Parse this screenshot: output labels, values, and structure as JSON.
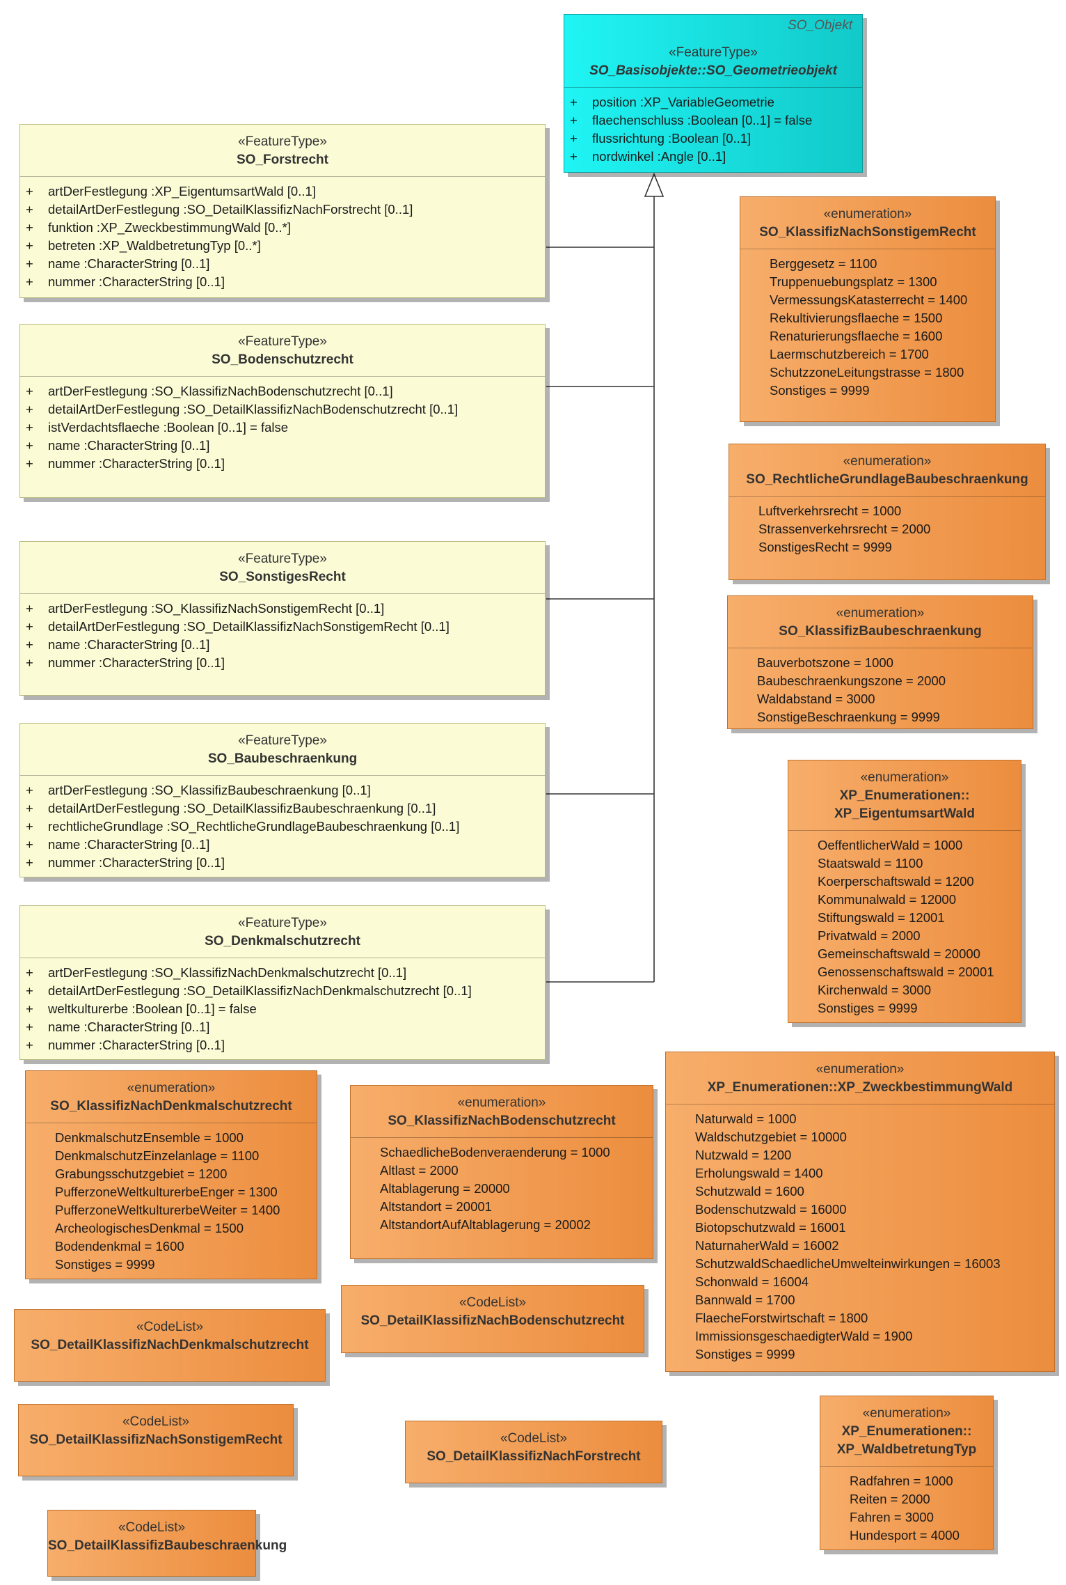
{
  "root": {
    "package_label": "SO_Objekt",
    "stereotype": "«FeatureType»",
    "name": "SO_Basisobjekte::SO_Geometrieobjekt",
    "attributes": [
      {
        "vis": "+",
        "text": "position  :XP_VariableGeometrie"
      },
      {
        "vis": "+",
        "text": "flaechenschluss  :Boolean [0..1] = false"
      },
      {
        "vis": "+",
        "text": "flussrichtung  :Boolean [0..1]"
      },
      {
        "vis": "+",
        "text": "nordwinkel  :Angle [0..1]"
      }
    ]
  },
  "feature_types": [
    {
      "stereotype": "«FeatureType»",
      "name": "SO_Forstrecht",
      "attributes": [
        {
          "vis": "+",
          "text": "artDerFestlegung  :XP_EigentumsartWald [0..1]"
        },
        {
          "vis": "+",
          "text": "detailArtDerFestlegung  :SO_DetailKlassifizNachForstrecht [0..1]"
        },
        {
          "vis": "+",
          "text": "funktion  :XP_ZweckbestimmungWald [0..*]"
        },
        {
          "vis": "+",
          "text": "betreten  :XP_WaldbetretungTyp [0..*]"
        },
        {
          "vis": "+",
          "text": "name  :CharacterString [0..1]"
        },
        {
          "vis": "+",
          "text": "nummer  :CharacterString [0..1]"
        }
      ]
    },
    {
      "stereotype": "«FeatureType»",
      "name": "SO_Bodenschutzrecht",
      "attributes": [
        {
          "vis": "+",
          "text": "artDerFestlegung  :SO_KlassifizNachBodenschutzrecht [0..1]"
        },
        {
          "vis": "+",
          "text": "detailArtDerFestlegung  :SO_DetailKlassifizNachBodenschutzrecht [0..1]"
        },
        {
          "vis": "+",
          "text": "istVerdachtsflaeche  :Boolean [0..1] = false"
        },
        {
          "vis": "+",
          "text": "name  :CharacterString [0..1]"
        },
        {
          "vis": "+",
          "text": "nummer  :CharacterString [0..1]"
        }
      ]
    },
    {
      "stereotype": "«FeatureType»",
      "name": "SO_SonstigesRecht",
      "attributes": [
        {
          "vis": "+",
          "text": "artDerFestlegung  :SO_KlassifizNachSonstigemRecht [0..1]"
        },
        {
          "vis": "+",
          "text": "detailArtDerFestlegung  :SO_DetailKlassifizNachSonstigemRecht [0..1]"
        },
        {
          "vis": "+",
          "text": "name  :CharacterString [0..1]"
        },
        {
          "vis": "+",
          "text": "nummer  :CharacterString [0..1]"
        }
      ]
    },
    {
      "stereotype": "«FeatureType»",
      "name": "SO_Baubeschraenkung",
      "attributes": [
        {
          "vis": "+",
          "text": "artDerFestlegung  :SO_KlassifizBaubeschraenkung [0..1]"
        },
        {
          "vis": "+",
          "text": "detailArtDerFestlegung  :SO_DetailKlassifizBaubeschraenkung [0..1]"
        },
        {
          "vis": "+",
          "text": "rechtlicheGrundlage  :SO_RechtlicheGrundlageBaubeschraenkung [0..1]"
        },
        {
          "vis": "+",
          "text": "name  :CharacterString [0..1]"
        },
        {
          "vis": "+",
          "text": "nummer  :CharacterString [0..1]"
        }
      ]
    },
    {
      "stereotype": "«FeatureType»",
      "name": "SO_Denkmalschutzrecht",
      "attributes": [
        {
          "vis": "+",
          "text": "artDerFestlegung  :SO_KlassifizNachDenkmalschutzrecht [0..1]"
        },
        {
          "vis": "+",
          "text": "detailArtDerFestlegung  :SO_DetailKlassifizNachDenkmalschutzrecht [0..1]"
        },
        {
          "vis": "+",
          "text": "weltkulturerbe  :Boolean [0..1] = false"
        },
        {
          "vis": "+",
          "text": "name  :CharacterString [0..1]"
        },
        {
          "vis": "+",
          "text": "nummer  :CharacterString [0..1]"
        }
      ]
    }
  ],
  "enumerations": [
    {
      "stereotype": "«enumeration»",
      "name": [
        "SO_KlassifizNachSonstigemRecht"
      ],
      "literals": [
        "Berggesetz = 1100",
        "Truppenuebungsplatz = 1300",
        "VermessungsKatasterrecht = 1400",
        "Rekultivierungsflaeche = 1500",
        "Renaturierungsflaeche = 1600",
        "Laermschutzbereich = 1700",
        "SchutzzoneLeitungstrasse = 1800",
        "Sonstiges = 9999"
      ]
    },
    {
      "stereotype": "«enumeration»",
      "name": [
        "SO_RechtlicheGrundlageBaubeschraenkung"
      ],
      "literals": [
        "Luftverkehrsrecht = 1000",
        "Strassenverkehrsrecht = 2000",
        "SonstigesRecht = 9999"
      ]
    },
    {
      "stereotype": "«enumeration»",
      "name": [
        "SO_KlassifizBaubeschraenkung"
      ],
      "literals": [
        "Bauverbotszone = 1000",
        "Baubeschraenkungszone = 2000",
        "Waldabstand = 3000",
        "SonstigeBeschraenkung = 9999"
      ]
    },
    {
      "stereotype": "«enumeration»",
      "name": [
        "XP_Enumerationen::",
        "XP_EigentumsartWald"
      ],
      "literals": [
        "OeffentlicherWald = 1000",
        "Staatswald = 1100",
        "Koerperschaftswald = 1200",
        "Kommunalwald = 12000",
        "Stiftungswald = 12001",
        "Privatwald = 2000",
        "Gemeinschaftswald = 20000",
        "Genossenschaftswald = 20001",
        "Kirchenwald = 3000",
        "Sonstiges = 9999"
      ]
    },
    {
      "stereotype": "«enumeration»",
      "name": [
        "SO_KlassifizNachDenkmalschutzrecht"
      ],
      "literals": [
        "DenkmalschutzEnsemble = 1000",
        "DenkmalschutzEinzelanlage = 1100",
        "Grabungsschutzgebiet = 1200",
        "PufferzoneWeltkulturerbeEnger = 1300",
        "PufferzoneWeltkulturerbeWeiter = 1400",
        "ArcheologischesDenkmal = 1500",
        "Bodendenkmal = 1600",
        "Sonstiges = 9999"
      ]
    },
    {
      "stereotype": "«enumeration»",
      "name": [
        "SO_KlassifizNachBodenschutzrecht"
      ],
      "literals": [
        "SchaedlicheBodenveraenderung = 1000",
        "Altlast = 2000",
        "Altablagerung = 20000",
        "Altstandort = 20001",
        "AltstandortAufAltablagerung = 20002"
      ]
    },
    {
      "stereotype": "«enumeration»",
      "name": [
        "XP_Enumerationen::XP_ZweckbestimmungWald"
      ],
      "literals": [
        "Naturwald = 1000",
        "Waldschutzgebiet = 10000",
        "Nutzwald = 1200",
        "Erholungswald = 1400",
        "Schutzwald = 1600",
        "Bodenschutzwald = 16000",
        "Biotopschutzwald = 16001",
        "NaturnaherWald = 16002",
        "SchutzwaldSchaedlicheUmwelteinwirkungen = 16003",
        "Schonwald = 16004",
        "Bannwald = 1700",
        "FlaecheForstwirtschaft = 1800",
        "ImmissionsgeschaedigterWald = 1900",
        "Sonstiges = 9999"
      ]
    },
    {
      "stereotype": "«enumeration»",
      "name": [
        "XP_Enumerationen::",
        "XP_WaldbetretungTyp"
      ],
      "literals": [
        "Radfahren = 1000",
        "Reiten = 2000",
        "Fahren = 3000",
        "Hundesport = 4000"
      ]
    }
  ],
  "codelists": [
    {
      "stereotype": "«CodeList»",
      "name": "SO_DetailKlassifizNachBodenschutzrecht"
    },
    {
      "stereotype": "«CodeList»",
      "name": "SO_DetailKlassifizNachDenkmalschutzrecht"
    },
    {
      "stereotype": "«CodeList»",
      "name": "SO_DetailKlassifizNachSonstigemRecht"
    },
    {
      "stereotype": "«CodeList»",
      "name": "SO_DetailKlassifizNachForstrecht"
    },
    {
      "stereotype": "«CodeList»",
      "name": "SO_DetailKlassifizBaubeschraenkung"
    }
  ]
}
